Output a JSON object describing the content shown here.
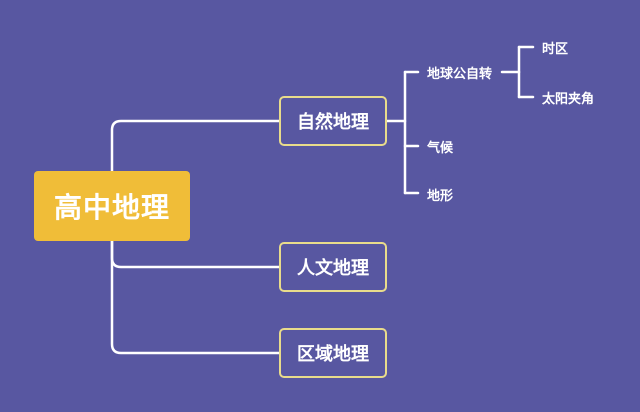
{
  "mindmap": {
    "root": "高中地理",
    "branches": {
      "nature": {
        "label": "自然地理",
        "children": {
          "earth": {
            "label": "地球公自转",
            "children": {
              "timezone": "时区",
              "sun_angle": "太阳夹角"
            }
          },
          "climate": "气候",
          "terrain": "地形"
        }
      },
      "human": "人文地理",
      "region": "区域地理"
    }
  },
  "colors": {
    "background": "#5857a1",
    "root_fill": "#f0bd38",
    "node_border": "#e9dc8b",
    "connector": "#ffffff",
    "text": "#ffffff"
  }
}
